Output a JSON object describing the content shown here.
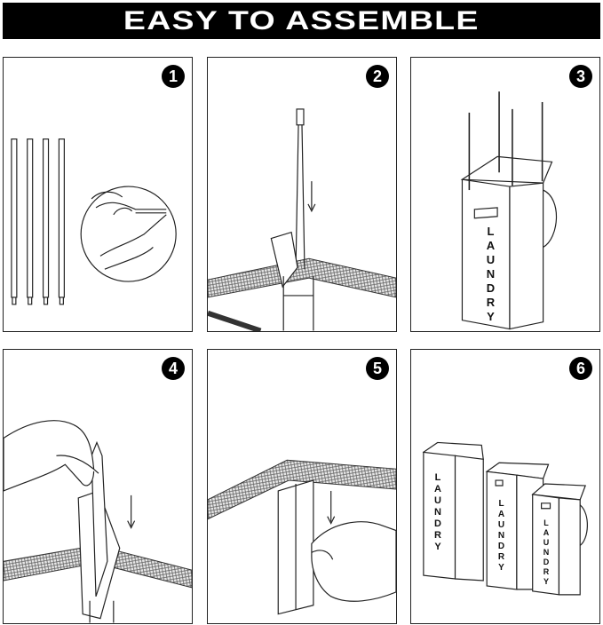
{
  "banner": {
    "title": "EASY TO ASSEMBLE"
  },
  "steps": [
    {
      "number": "1"
    },
    {
      "number": "2"
    },
    {
      "number": "3",
      "label": "LAUNDRY"
    },
    {
      "number": "4"
    },
    {
      "number": "5"
    },
    {
      "number": "6",
      "labels": [
        "LAUNDRY",
        "LAUNDRY",
        "LAUNDRY"
      ]
    }
  ],
  "colors": {
    "banner_bg": "#000000",
    "line": "#222222",
    "mesh": "#777777"
  }
}
